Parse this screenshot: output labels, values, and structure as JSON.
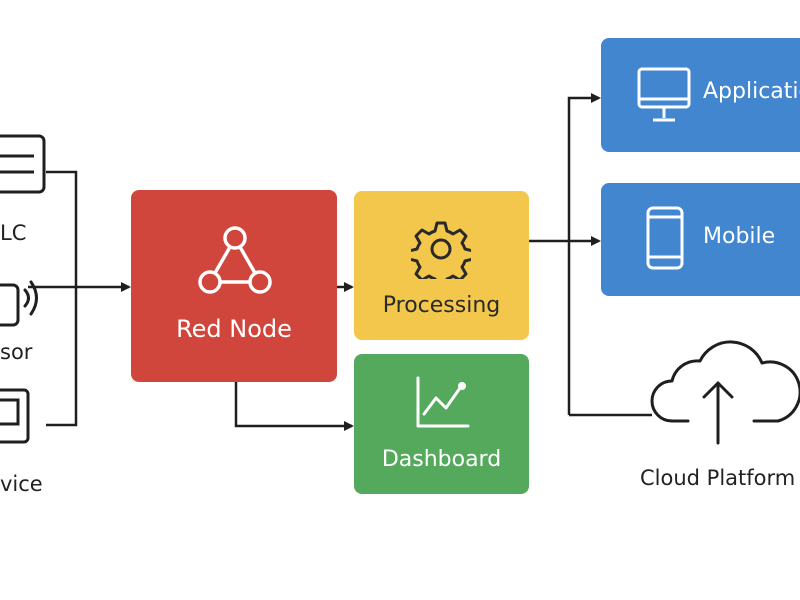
{
  "sources": [
    {
      "label": "LC",
      "icon": "plc-icon"
    },
    {
      "label": "sor",
      "icon": "sensor-icon"
    },
    {
      "label": "vice",
      "icon": "device-icon"
    }
  ],
  "nodes": {
    "red_node": {
      "label": "Red Node",
      "color": "#d0453c",
      "icon": "network-nodes-icon"
    },
    "processing": {
      "label": "Processing",
      "color": "#f3c74b",
      "icon": "gear-icon"
    },
    "dashboard": {
      "label": "Dashboard",
      "color": "#55a95c",
      "icon": "line-chart-icon"
    },
    "application": {
      "label": "Application",
      "color": "#4286d0",
      "icon": "monitor-icon"
    },
    "mobile": {
      "label": "Mobile",
      "color": "#4286d0",
      "icon": "smartphone-icon"
    },
    "cloud": {
      "label": "Cloud Platform",
      "icon": "cloud-upload-icon"
    }
  },
  "edges": [
    {
      "from": "sources",
      "to": "red_node"
    },
    {
      "from": "red_node",
      "to": "processing"
    },
    {
      "from": "red_node",
      "to": "dashboard"
    },
    {
      "from": "processing",
      "to": "application"
    },
    {
      "from": "processing",
      "to": "mobile"
    },
    {
      "from": "processing",
      "to": "cloud"
    }
  ]
}
